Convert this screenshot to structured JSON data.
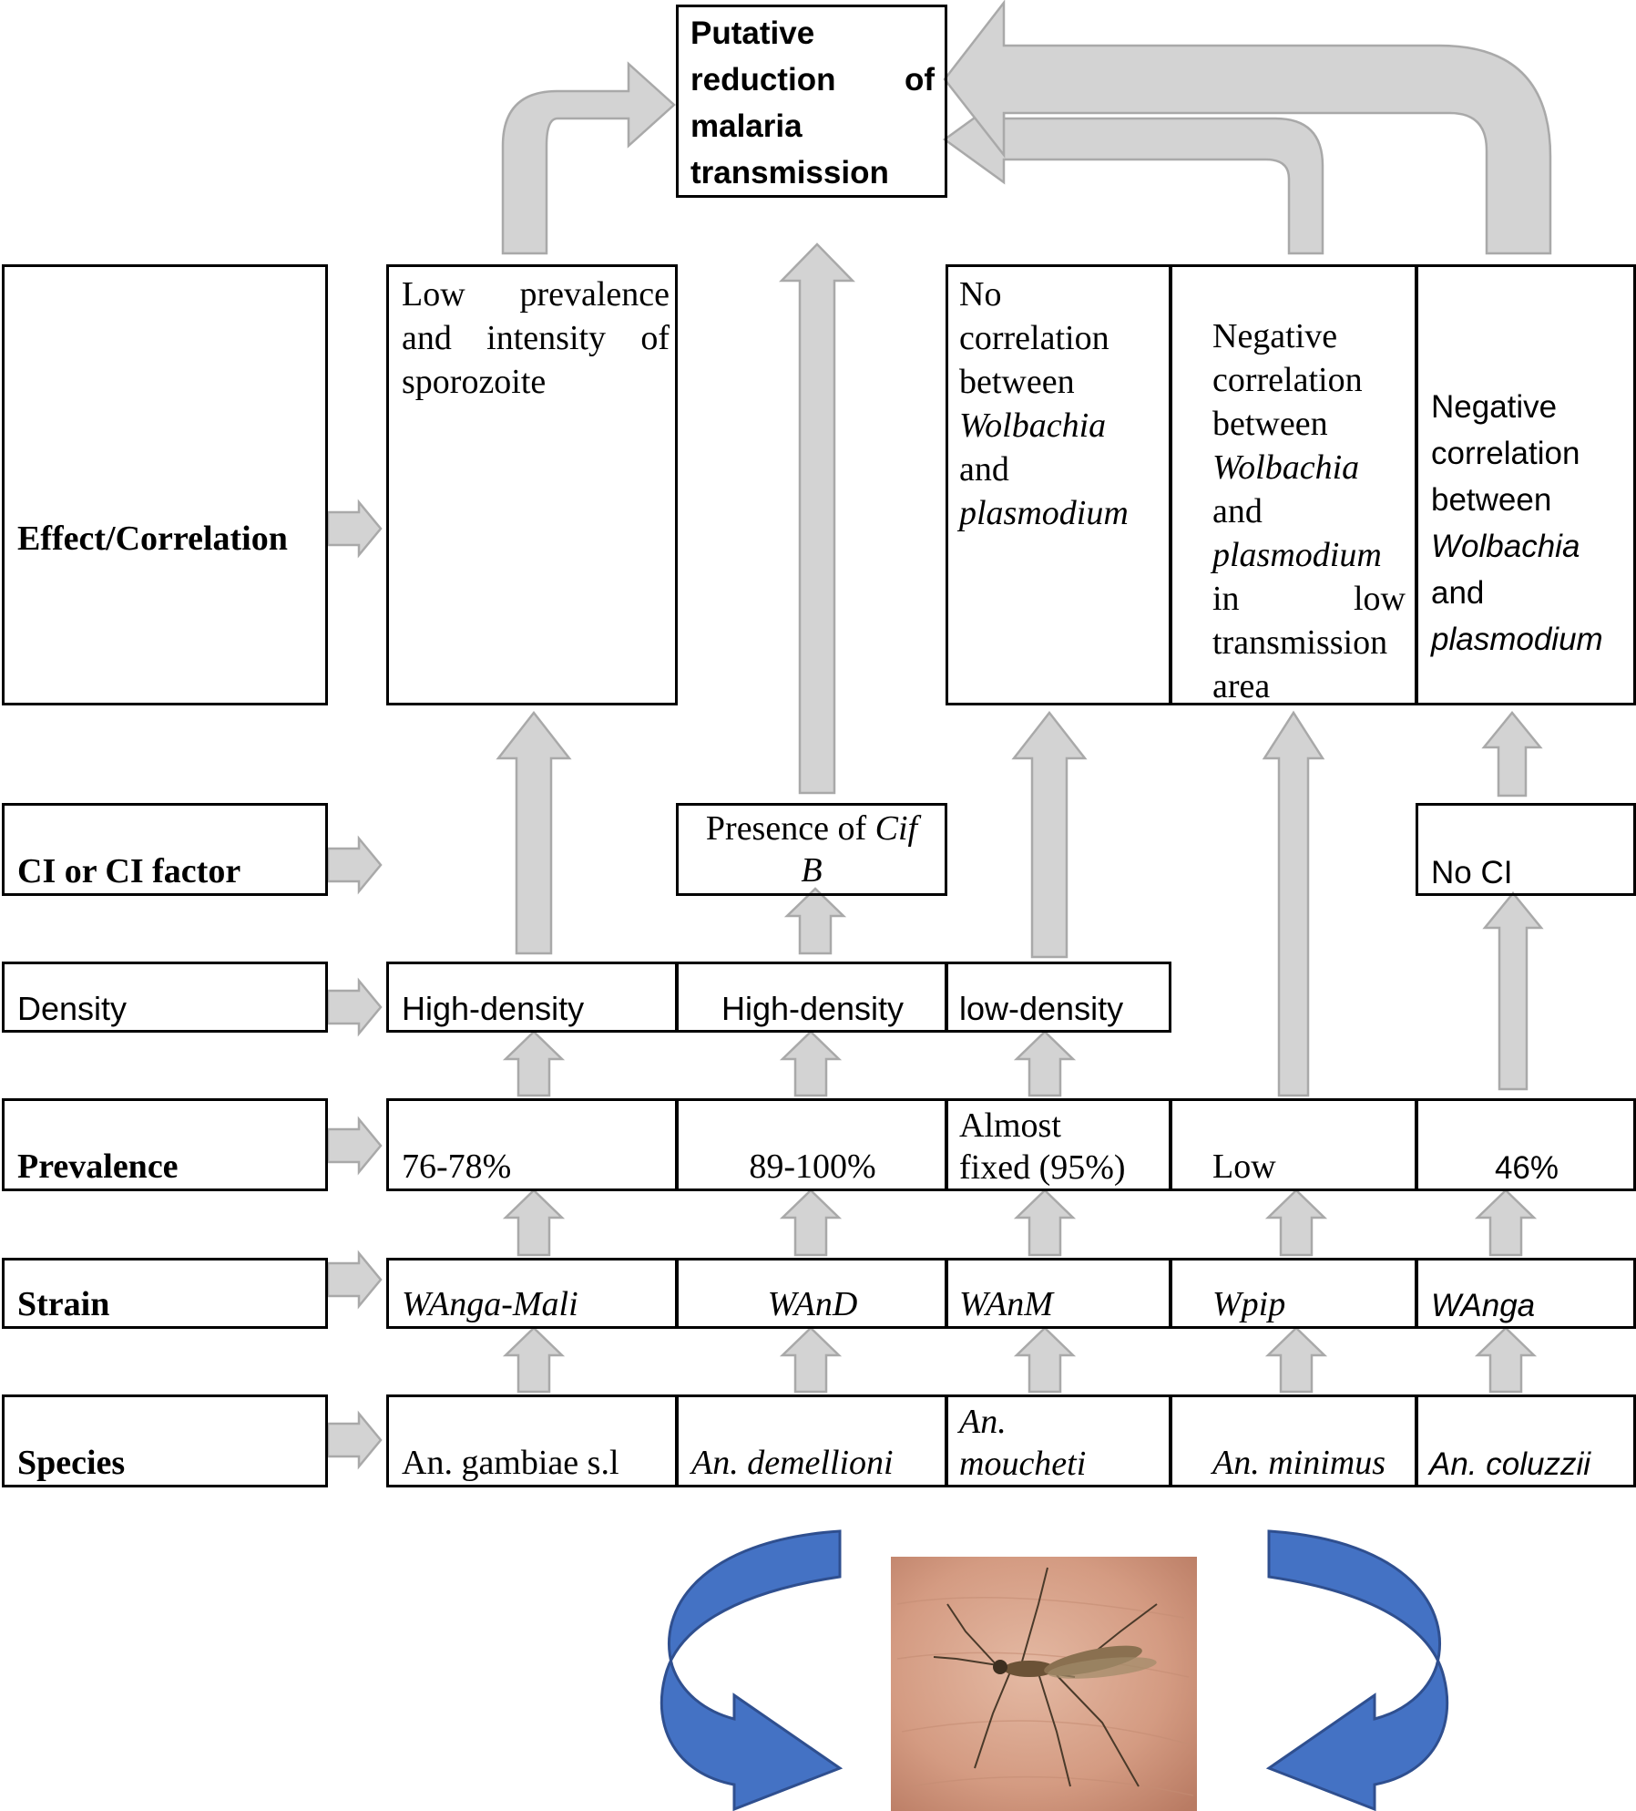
{
  "title": {
    "line1": "Putative",
    "line2a": "reduction",
    "line2b": "of",
    "line3": "malaria",
    "line4": "transmission"
  },
  "row_labels": {
    "effect": "Effect/Correlation",
    "ci": "CI or CI factor",
    "density": "Density",
    "prevalence": "Prevalence",
    "strain": "Strain",
    "species": "Species"
  },
  "columns": [
    {
      "species": "An. gambiae s.l",
      "strain": "WAnga-Mali",
      "prevalence": "76-78%",
      "density": "High-density",
      "effect": {
        "l1a": "Low",
        "l1b": "prevalence",
        "l2a": "and",
        "l2b": "intensity",
        "l2c": "of",
        "l3": "sporozoite"
      }
    },
    {
      "species": "An. demellioni",
      "strain": "WAnD",
      "prevalence": "89-100%",
      "density": "High-density",
      "ci": {
        "l1a": "Presence of ",
        "l1b": "Cif",
        "l2": "B"
      }
    },
    {
      "species": {
        "l1": "An.",
        "l2": "moucheti"
      },
      "strain": "WAnM",
      "prevalence": {
        "l1": "Almost",
        "l2": "fixed (95%)"
      },
      "density": "low-density",
      "effect": {
        "l1": "No",
        "l2": "correlation",
        "l3": "between",
        "l4": "Wolbachia",
        "l5": "and",
        "l6": "plasmodium"
      }
    },
    {
      "species": "An. minimus",
      "strain": "Wpip",
      "prevalence": "Low",
      "effect": {
        "l1": "Negative",
        "l2": "correlation",
        "l3": "between",
        "l4": "Wolbachia",
        "l5": "and",
        "l6": "plasmodium",
        "l7a": "in",
        "l7b": "low",
        "l8": "transmission",
        "l9": "area"
      }
    },
    {
      "species": "An. coluzzii",
      "strain": "WAnga",
      "prevalence": "46%",
      "ci": "No CI",
      "effect": {
        "l1": "Negative",
        "l2": "correlation",
        "l3": "between",
        "l4": "Wolbachia",
        "l5": "and",
        "l6": "plasmodium"
      }
    }
  ],
  "colors": {
    "grey_arrow_fill": "#d3d3d3",
    "grey_arrow_stroke": "#a9a9a9",
    "blue_arrow_fill": "#4472c4",
    "blue_arrow_stroke": "#2f4f8f",
    "skin": "#d9a58c"
  }
}
